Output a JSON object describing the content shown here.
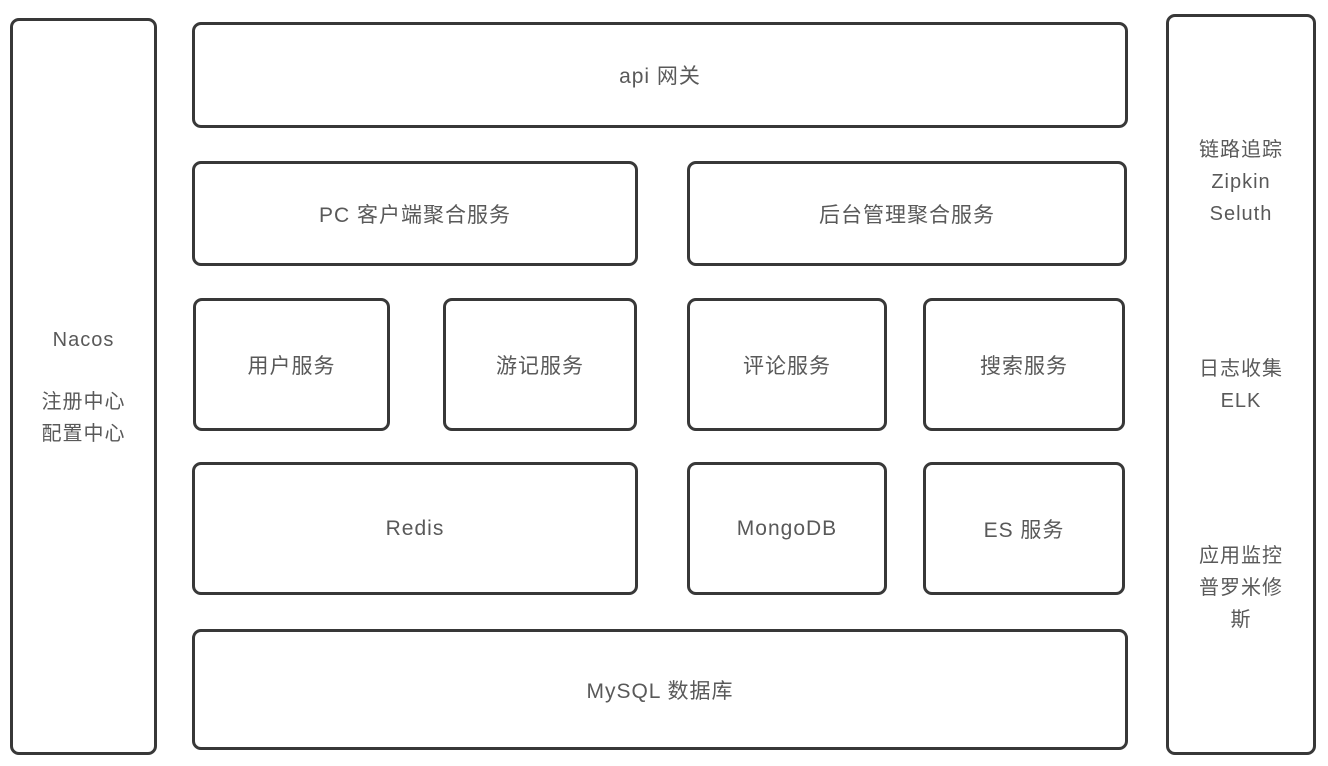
{
  "left_panel": {
    "title": "Nacos",
    "lines": [
      "注册中心",
      "配置中心"
    ]
  },
  "gateway": {
    "label": "api 网关"
  },
  "aggregation_row": [
    {
      "label": "PC 客户端聚合服务"
    },
    {
      "label": "后台管理聚合服务"
    }
  ],
  "service_row": [
    {
      "label": "用户服务"
    },
    {
      "label": "游记服务"
    },
    {
      "label": "评论服务"
    },
    {
      "label": "搜索服务"
    }
  ],
  "storage_row": [
    {
      "label": "Redis"
    },
    {
      "label": "MongoDB"
    },
    {
      "label": "ES 服务"
    }
  ],
  "database": {
    "label": "MySQL 数据库"
  },
  "right_panel": {
    "sections": [
      {
        "lines": [
          "链路追踪",
          "Zipkin",
          "Seluth"
        ]
      },
      {
        "lines": [
          "日志收集",
          "ELK"
        ]
      },
      {
        "lines": [
          "应用监控",
          "普罗米修",
          "斯"
        ]
      }
    ]
  },
  "colors": {
    "border": "#383838",
    "text": "#595959",
    "background": "#ffffff"
  }
}
